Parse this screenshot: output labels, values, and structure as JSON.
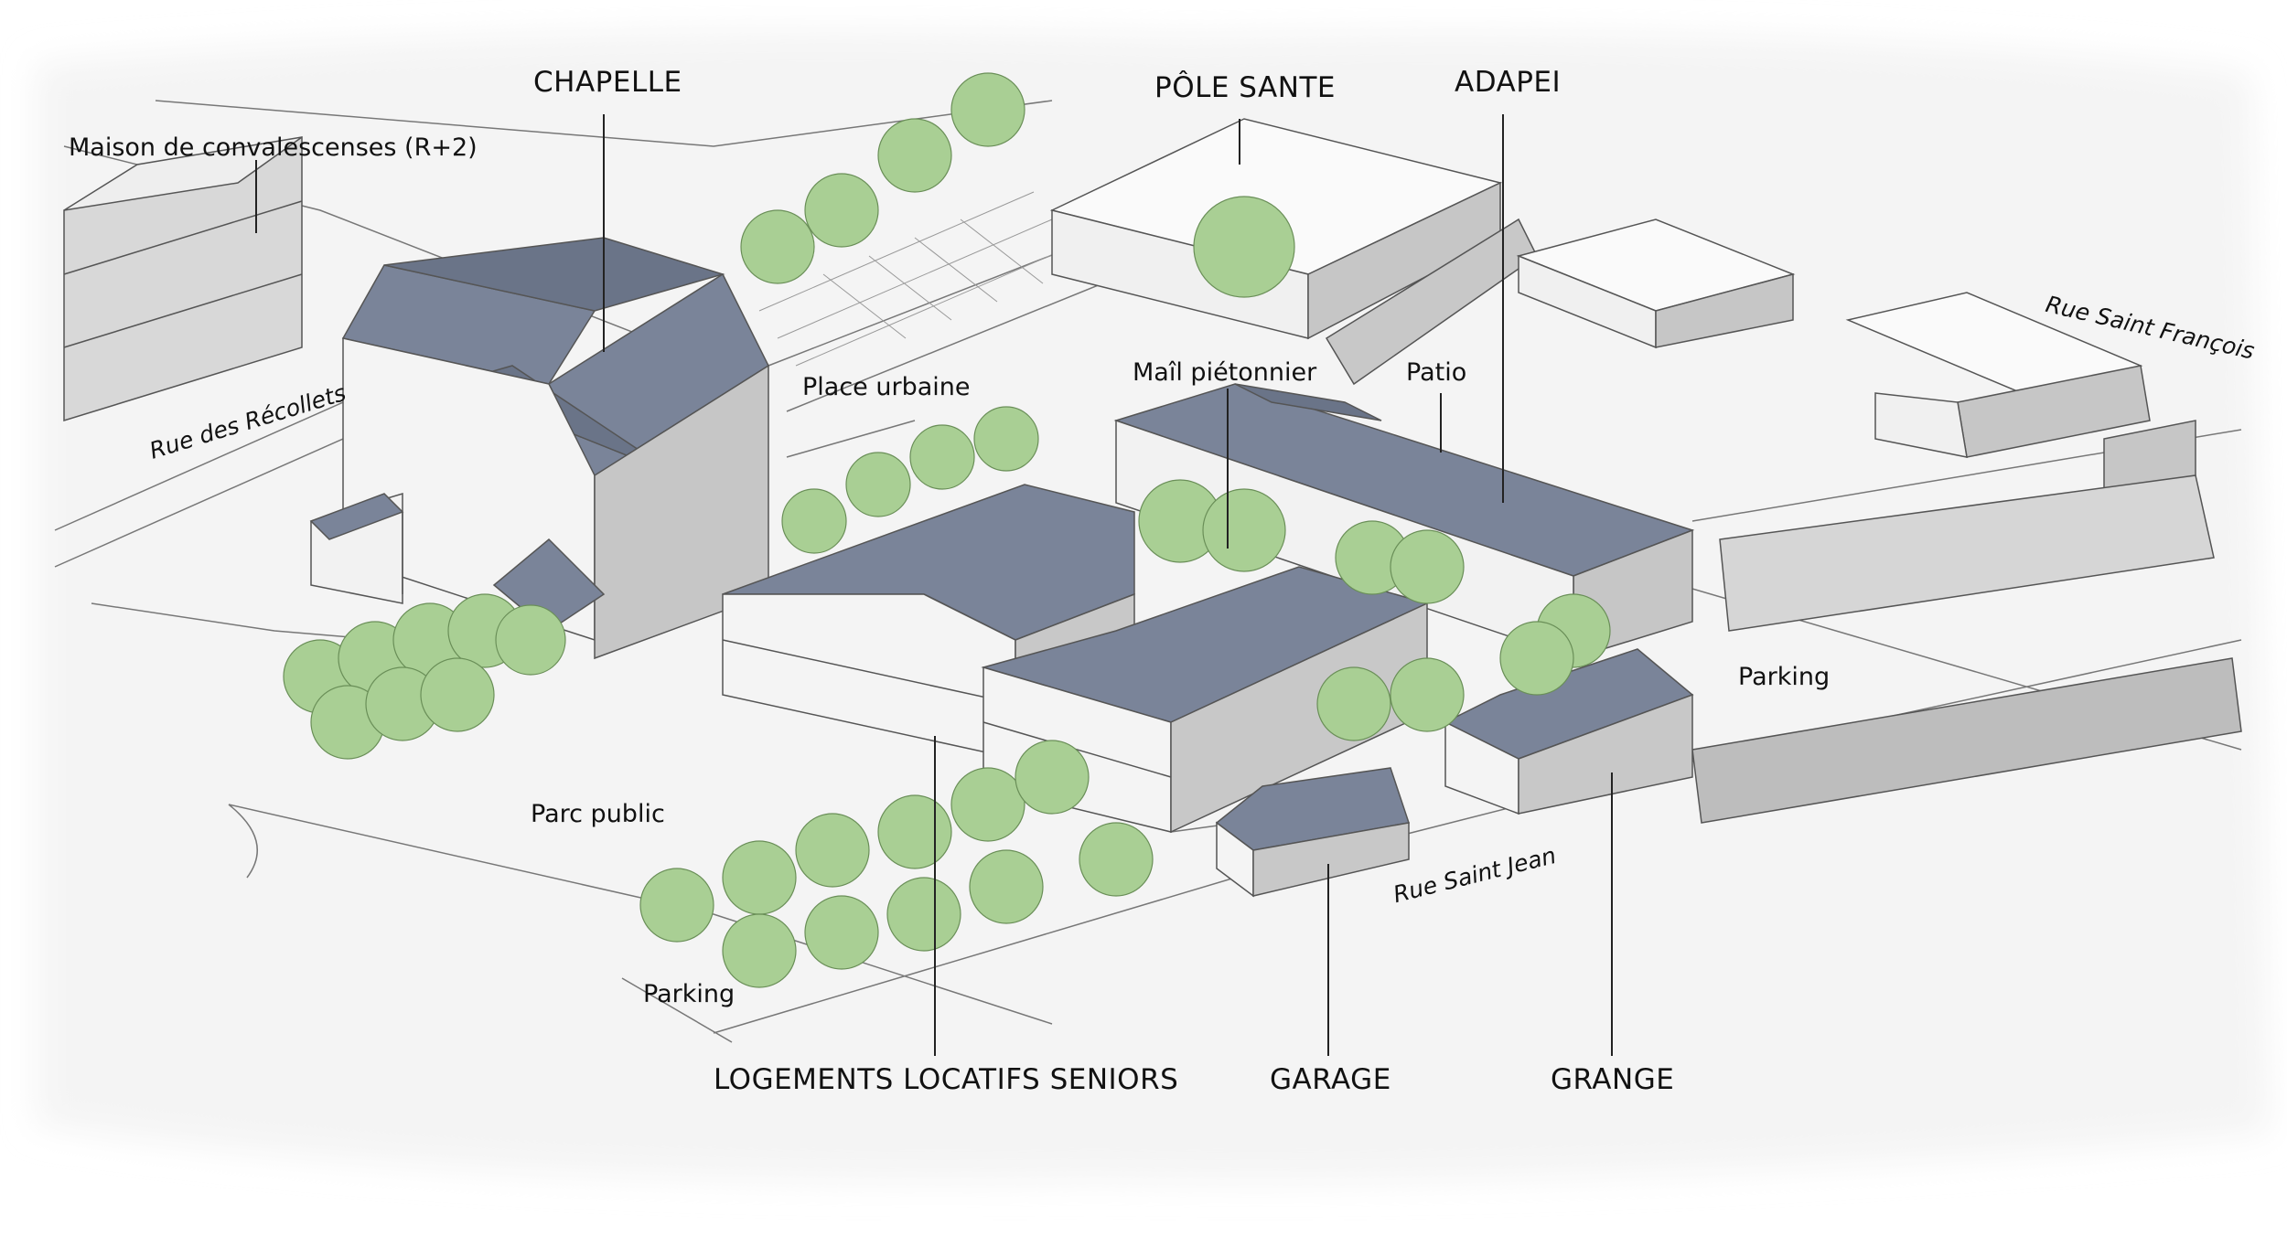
{
  "colors": {
    "roof": "#7a8499",
    "roof_dark": "#6a7488",
    "wall": "#f3f3f3",
    "wall_shade": "#c9c9c9",
    "tree": "#a9cf94",
    "tree_dark": "#7ea66a",
    "line": "#555555",
    "ground": "#f4f4f4"
  },
  "labels": {
    "chapelle": "CHAPELLE",
    "pole_sante": "PÔLE SANTE",
    "adapei": "ADAPEI",
    "maison": "Maison de convalescenses (R+2)",
    "place_urbaine": "Place urbaine",
    "mail_pietonnier": "Maîl piétonnier",
    "patio": "Patio",
    "parking_right": "Parking",
    "parc_public": "Parc public",
    "parking_left": "Parking",
    "logements": "LOGEMENTS LOCATIFS SENIORS",
    "garage": "GARAGE",
    "grange": "GRANGE"
  },
  "streets": {
    "recollets": "Rue des Récollets",
    "saint_francois": "Rue Saint François",
    "saint_jean": "Rue Saint Jean"
  }
}
